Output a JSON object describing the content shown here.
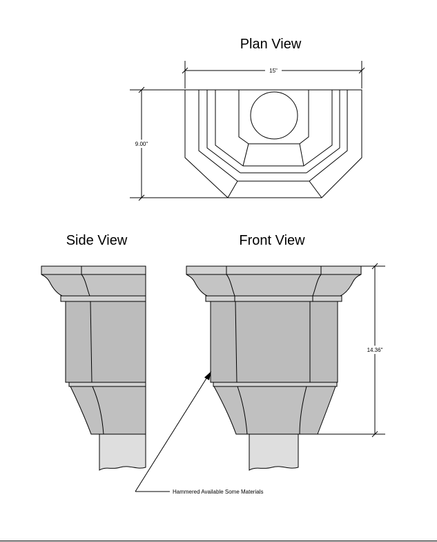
{
  "plan_view": {
    "title": "Plan View",
    "width_dim": "15\"",
    "depth_dim": "9.00\""
  },
  "side_view": {
    "title": "Side View"
  },
  "front_view": {
    "title": "Front View",
    "height_dim": "14.36\""
  },
  "note": "Hammered Available Some Materials",
  "colors": {
    "cap": "#d3d3d3",
    "molding": "#c4c4c4",
    "body": "#bcbcbc",
    "taper": "#c0c0c0",
    "pipe": "#dedede",
    "line": "#000000"
  }
}
